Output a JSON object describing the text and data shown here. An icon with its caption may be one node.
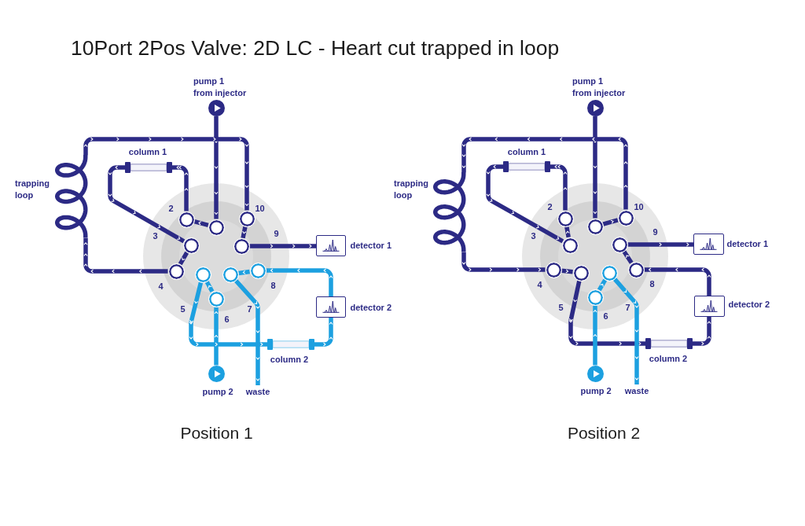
{
  "diagram": {
    "title": "10Port 2Pos Valve: 2D LC - Heart cut trapped in loop",
    "nodes": [
      {
        "text": [],
        "shape": "circle",
        "beside": [
          "pump 1 from injector"
        ]
      },
      {
        "text": [],
        "shape": "cylinder",
        "beside": [
          "column 1"
        ]
      },
      {
        "text": [],
        "shape": "coil",
        "beside": [
          "trapping loop"
        ]
      },
      {
        "text": [],
        "shape": "circle",
        "beside": [
          "2"
        ]
      },
      {
        "text": [],
        "shape": "circle"
      },
      {
        "text": [],
        "shape": "circle",
        "beside": [
          "10"
        ]
      },
      {
        "text": [],
        "shape": "circle",
        "beside": [
          "3"
        ]
      },
      {
        "text": [],
        "shape": "circle",
        "beside": [
          "9"
        ]
      },
      {
        "text": [],
        "shape": "box",
        "beside": [
          "detector 1"
        ]
      },
      {
        "text": [],
        "shape": "circle",
        "beside": [
          "4"
        ]
      },
      {
        "text": [],
        "shape": "circle",
        "beside": [
          "5"
        ]
      },
      {
        "text": [],
        "shape": "circle",
        "beside": [
          "7"
        ]
      },
      {
        "text": [],
        "shape": "circle",
        "beside": [
          "8"
        ]
      },
      {
        "text": [],
        "shape": "circle",
        "beside": [
          "6"
        ]
      },
      {
        "text": [],
        "shape": "box",
        "beside": [
          "detector 2"
        ]
      },
      {
        "text": [],
        "shape": "cylinder",
        "beside": [
          "column 2"
        ]
      },
      {
        "text": [],
        "shape": "circle",
        "beside": [
          "pump 2"
        ]
      },
      {
        "text": [
          "waste"
        ]
      },
      {
        "text": [],
        "shape": "circle",
        "beside": [
          "pump 1 from injector"
        ]
      },
      {
        "text": [],
        "shape": "cylinder",
        "beside": [
          "column 1"
        ]
      },
      {
        "text": [],
        "shape": "coil",
        "beside": [
          "trapping loop"
        ]
      },
      {
        "text": [],
        "shape": "circle",
        "beside": [
          "2"
        ]
      },
      {
        "text": [],
        "shape": "circle"
      },
      {
        "text": [],
        "shape": "circle",
        "beside": [
          "10"
        ]
      },
      {
        "text": [],
        "shape": "circle",
        "beside": [
          "3"
        ]
      },
      {
        "text": [],
        "shape": "circle",
        "beside": [
          "9"
        ]
      },
      {
        "text": [],
        "shape": "box",
        "beside": [
          "detector 1"
        ]
      },
      {
        "text": [],
        "shape": "circle",
        "beside": [
          "4"
        ]
      },
      {
        "text": [],
        "shape": "circle",
        "beside": [
          "5"
        ]
      },
      {
        "text": [],
        "shape": "circle",
        "beside": [
          "7"
        ]
      },
      {
        "text": [],
        "shape": "circle",
        "beside": [
          "8"
        ]
      },
      {
        "text": [],
        "shape": "circle",
        "beside": [
          "6"
        ]
      },
      {
        "text": [],
        "shape": "box",
        "beside": [
          "detector 2"
        ]
      },
      {
        "text": [],
        "shape": "cylinder",
        "beside": [
          "column 2"
        ]
      },
      {
        "text": [],
        "shape": "circle",
        "beside": [
          "pump 2"
        ]
      },
      {
        "text": [
          "waste"
        ]
      }
    ],
    "edges": [
      {
        "from": 0,
        "to": 4,
        "arrow": "to"
      },
      {
        "from": 4,
        "to": 3,
        "arrow": "to"
      },
      {
        "from": 3,
        "to": 1,
        "arrow": "to"
      },
      {
        "from": 1,
        "to": 6,
        "arrow": "to"
      },
      {
        "from": 6,
        "to": 9,
        "arrow": "to"
      },
      {
        "from": 9,
        "to": 2,
        "arrow": "to"
      },
      {
        "from": 2,
        "to": 5,
        "arrow": "to"
      },
      {
        "from": 5,
        "to": 7,
        "arrow": "to"
      },
      {
        "from": 7,
        "to": 8,
        "arrow": "to"
      },
      {
        "from": 16,
        "to": 13,
        "arrow": "to",
        "color": "#1ca0e0"
      },
      {
        "from": 13,
        "to": 10,
        "arrow": "to",
        "color": "#1ca0e0"
      },
      {
        "from": 10,
        "to": 15,
        "arrow": "to",
        "color": "#1ca0e0"
      },
      {
        "from": 15,
        "to": 14,
        "arrow": "to",
        "color": "#1ca0e0"
      },
      {
        "from": 14,
        "to": 12,
        "arrow": "to",
        "color": "#1ca0e0"
      },
      {
        "from": 12,
        "to": 11,
        "arrow": "to",
        "color": "#1ca0e0"
      },
      {
        "from": 11,
        "to": 17,
        "arrow": "to",
        "color": "#1ca0e0"
      },
      {
        "from": 18,
        "to": 22,
        "arrow": "to"
      },
      {
        "from": 22,
        "to": 23,
        "arrow": "to"
      },
      {
        "from": 23,
        "to": 20,
        "arrow": "to"
      },
      {
        "from": 20,
        "to": 27,
        "arrow": "to"
      },
      {
        "from": 27,
        "to": 28,
        "arrow": "to"
      },
      {
        "from": 28,
        "to": 33,
        "arrow": "to"
      },
      {
        "from": 33,
        "to": 32,
        "arrow": "to"
      },
      {
        "from": 32,
        "to": 30,
        "arrow": "to"
      },
      {
        "from": 30,
        "to": 25,
        "arrow": "to"
      },
      {
        "from": 25,
        "to": 26,
        "arrow": "to"
      },
      {
        "from": 21,
        "to": 19,
        "arrow": "to"
      },
      {
        "from": 19,
        "to": 24,
        "arrow": "to"
      },
      {
        "from": 24,
        "to": 21,
        "arrow": "to"
      },
      {
        "from": 34,
        "to": 31,
        "arrow": "to",
        "color": "#1ca0e0"
      },
      {
        "from": 31,
        "to": 29,
        "arrow": "to",
        "color": "#1ca0e0"
      },
      {
        "from": 29,
        "to": 35,
        "arrow": "to",
        "color": "#1ca0e0"
      }
    ],
    "labels": [
      "Position 1",
      "Position 2"
    ]
  }
}
